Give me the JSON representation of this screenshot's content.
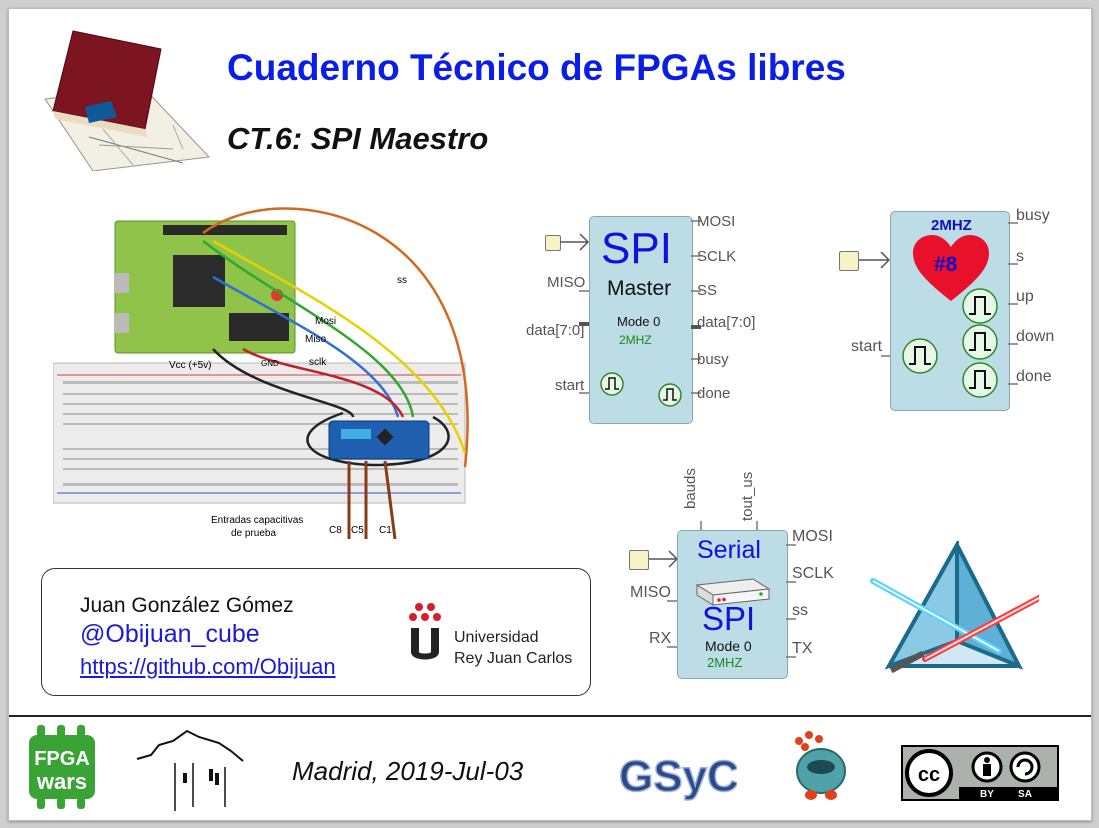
{
  "header": {
    "title": "Cuaderno Técnico de FPGAs libres",
    "subtitle": "CT.6: SPI Maestro"
  },
  "wiring": {
    "labels": {
      "ss": "ss",
      "mosi": "Mosi",
      "miso": "Miso",
      "sclk": "sclk",
      "vcc": "Vcc (+5v)",
      "gnd": "GND",
      "inputs_line1": "Entradas capacitivas",
      "inputs_line2": "de prueba",
      "c8": "C8",
      "c5": "C5",
      "c1": "C1"
    }
  },
  "spi_master_block": {
    "title": "SPI",
    "subtitle": "Master",
    "mode": "Mode 0",
    "freq": "2MHZ",
    "left_ports": [
      "MISO",
      "data[7:0]",
      "start"
    ],
    "right_ports": [
      "MOSI",
      "SCLK",
      "SS",
      "data[7:0]",
      "busy",
      "done"
    ]
  },
  "heart_block": {
    "freq": "2MHZ",
    "number": "#8",
    "left_ports": [
      "start"
    ],
    "right_ports": [
      "busy",
      "s",
      "up",
      "down",
      "done"
    ]
  },
  "serial_spi_block": {
    "title": "Serial",
    "subtitle": "SPI",
    "mode": "Mode 0",
    "freq": "2MHZ",
    "top_ports": [
      "bauds",
      "tout_us"
    ],
    "left_ports": [
      "MISO",
      "RX"
    ],
    "right_ports": [
      "MOSI",
      "SCLK",
      "ss",
      "TX"
    ]
  },
  "author": {
    "name": "Juan González Gómez",
    "handle": "@Obijuan_cube",
    "url": "https://github.com/Obijuan",
    "university_line1": "Universidad",
    "university_line2": "Rey Juan Carlos"
  },
  "footer": {
    "date": "Madrid, 2019-Jul-03",
    "fpgawars_line1": "FPGA",
    "fpgawars_line2": "wars",
    "gsyc": "GSyC",
    "cc": "cc",
    "by": "BY",
    "sa": "SA"
  },
  "colors": {
    "title": "#0a1ee8",
    "block_fill": "#bcdce6",
    "heart": "#e8102a",
    "fpgawars_green": "#3aa335",
    "wire_orange": "#d2691e",
    "wire_yellow": "#e6d200",
    "wire_green": "#2ea82e",
    "wire_blue": "#2f6fd6",
    "wire_red": "#c0202a"
  }
}
